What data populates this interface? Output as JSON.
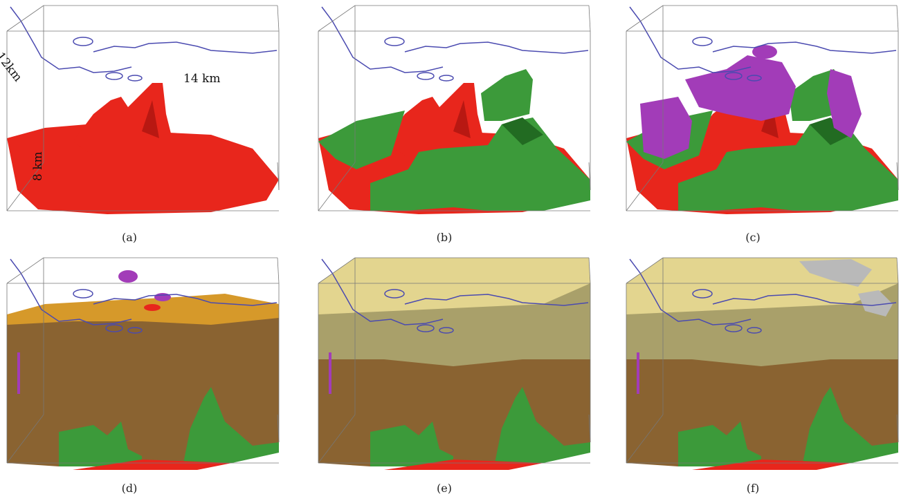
{
  "panels": [
    {
      "id": "a",
      "caption": "(a)",
      "layers": [
        "red-body"
      ]
    },
    {
      "id": "b",
      "caption": "(b)",
      "layers": [
        "red-body",
        "green-body"
      ]
    },
    {
      "id": "c",
      "caption": "(c)",
      "layers": [
        "red-body",
        "green-body",
        "purple-body"
      ]
    },
    {
      "id": "d",
      "caption": "(d)",
      "layers": [
        "red-body",
        "green-body",
        "purple-body",
        "brown-layer"
      ]
    },
    {
      "id": "e",
      "caption": "(e)",
      "layers": [
        "red-body",
        "green-body",
        "purple-body",
        "brown-layer",
        "yellow-layer"
      ]
    },
    {
      "id": "f",
      "caption": "(f)",
      "layers": [
        "red-body",
        "green-body",
        "purple-body",
        "brown-layer",
        "yellow-layer",
        "gray-patches"
      ]
    }
  ],
  "dimensions": {
    "depth": "12km",
    "height": "14 km",
    "width": "8 km"
  },
  "colors": {
    "red": "#e8261c",
    "red_dark": "#b81812",
    "green": "#3c9a3a",
    "green_dark": "#226b22",
    "purple": "#a23cb8",
    "brown_top": "#d6992a",
    "brown_side": "#8a6331",
    "yellow_top": "#e3d58f",
    "yellow_side": "#a9a06a",
    "gray": "#b9b9b9",
    "coastline": "#4a4ab0",
    "box_line": "#777777"
  }
}
